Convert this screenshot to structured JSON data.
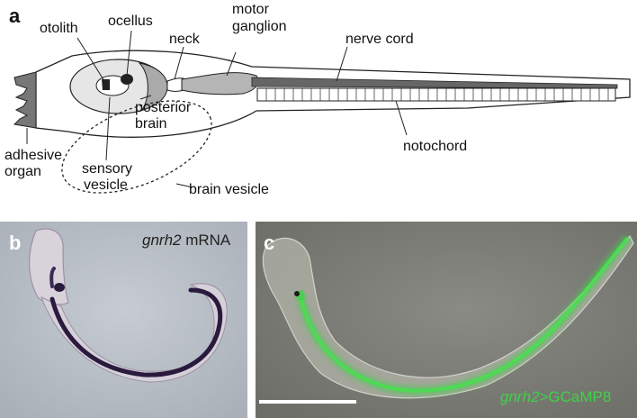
{
  "panels": {
    "a": {
      "letter": "a",
      "labels": {
        "otolith": "otolith",
        "ocellus": "ocellus",
        "neck": "neck",
        "motor_ganglion_1": "motor",
        "motor_ganglion_2": "ganglion",
        "nerve_cord": "nerve cord",
        "posterior_brain_1": "posterior",
        "posterior_brain_2": "brain",
        "notochord": "notochord",
        "adhesive_organ_1": "adhesive",
        "adhesive_organ_2": "organ",
        "sensory_vesicle_1": "sensory",
        "sensory_vesicle_2": "vesicle",
        "brain_vesicle": "brain vesicle"
      }
    },
    "b": {
      "letter": "b",
      "caption_gene": "gnrh2",
      "caption_rest": " mRNA"
    },
    "c": {
      "letter": "c",
      "caption_gene": "gnrh2",
      "caption_rest": ">GCaMP8"
    }
  },
  "colors": {
    "outline": "#222222",
    "region_gray": "#aaaaaa",
    "dark_gray": "#666666",
    "vesicle_fill": "#e6e6e6",
    "photo_b_bg": "#b9bfc6",
    "photo_c_bg": "#7d7e76",
    "stain": "#2a1a3e",
    "gfp": "#3fd24a"
  }
}
